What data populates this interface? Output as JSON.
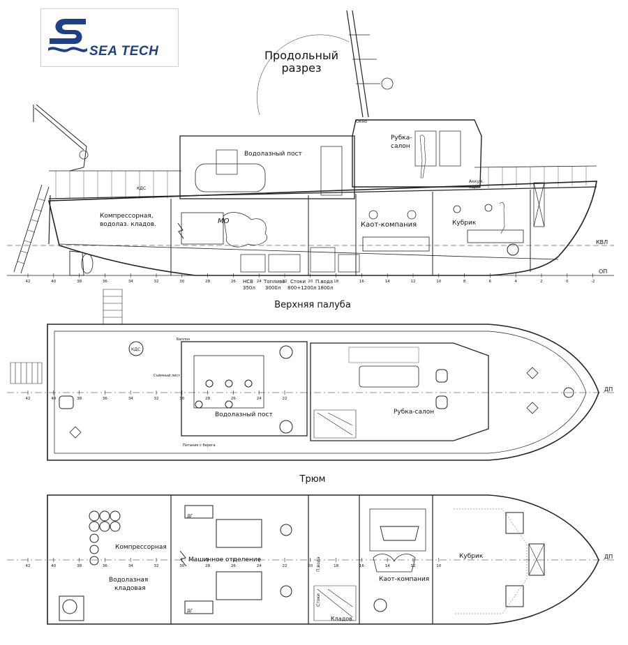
{
  "logo": {
    "text": "SEA TECH",
    "monogram": "st-monogram-icon",
    "color": "#1f3f86"
  },
  "colors": {
    "line": "#222222",
    "hatch": "#555555",
    "background": "#ffffff"
  },
  "profile": {
    "title_line1": "Продольный",
    "title_line2": "разрез",
    "labels": {
      "diving_post": "Водолазный пост",
      "wheelhouse_1": "Рубка-",
      "wheelhouse_2": "салон",
      "compressor_1": "Компрессорная,",
      "compressor_2": "водолаз. кладов.",
      "mo": "МО",
      "mess": "Каот-компания",
      "cabin": "Кубрик",
      "kvl": "КВЛ",
      "op": "ОП",
      "kds": "КДС",
      "okno": "Окно",
      "akkum_1": "Аккум.",
      "akkum_2": "ящик"
    },
    "tanks": [
      {
        "name": "НСВ",
        "volume": "350л"
      },
      {
        "name": "Топливо",
        "volume": "3000л"
      },
      {
        "name": "Стоки",
        "volume": "800+1200л"
      },
      {
        "name": "П.вода",
        "volume": "1800л"
      }
    ],
    "frames": [
      "42",
      "40",
      "38",
      "36",
      "34",
      "32",
      "30",
      "28",
      "26",
      "24",
      "22",
      "20",
      "18",
      "16",
      "14",
      "12",
      "10",
      "8",
      "6",
      "4",
      "2",
      "0",
      "-2"
    ]
  },
  "deck": {
    "title": "Верхняя палуба",
    "labels": {
      "diving_post": "Водолазный пост",
      "wheelhouse": "Рубка-салон",
      "dp": "ДП",
      "kds": "КДС",
      "removable": "Съёмный лист",
      "shore_power": "Питание с берега",
      "ballon": "Баллон"
    },
    "frames": [
      "42",
      "40",
      "38",
      "36",
      "34",
      "32",
      "30",
      "28",
      "26",
      "24",
      "22"
    ]
  },
  "hold": {
    "title": "Трюм",
    "labels": {
      "compressor": "Компрессорная",
      "engine_room": "Машинное отделение",
      "diving_store_1": "Водолазная",
      "diving_store_2": "кладовая",
      "mess": "Каот-компания",
      "cabin": "Кубрик",
      "dp": "ДП",
      "store": "Кладов.",
      "dg1": "ДГ",
      "dg2": "ДГ",
      "water": "П.вода",
      "drain": "Стоки"
    },
    "frames": [
      "42",
      "40",
      "38",
      "36",
      "34",
      "32",
      "30",
      "28",
      "26",
      "24",
      "22",
      "20",
      "18",
      "16",
      "14",
      "12",
      "10"
    ]
  }
}
